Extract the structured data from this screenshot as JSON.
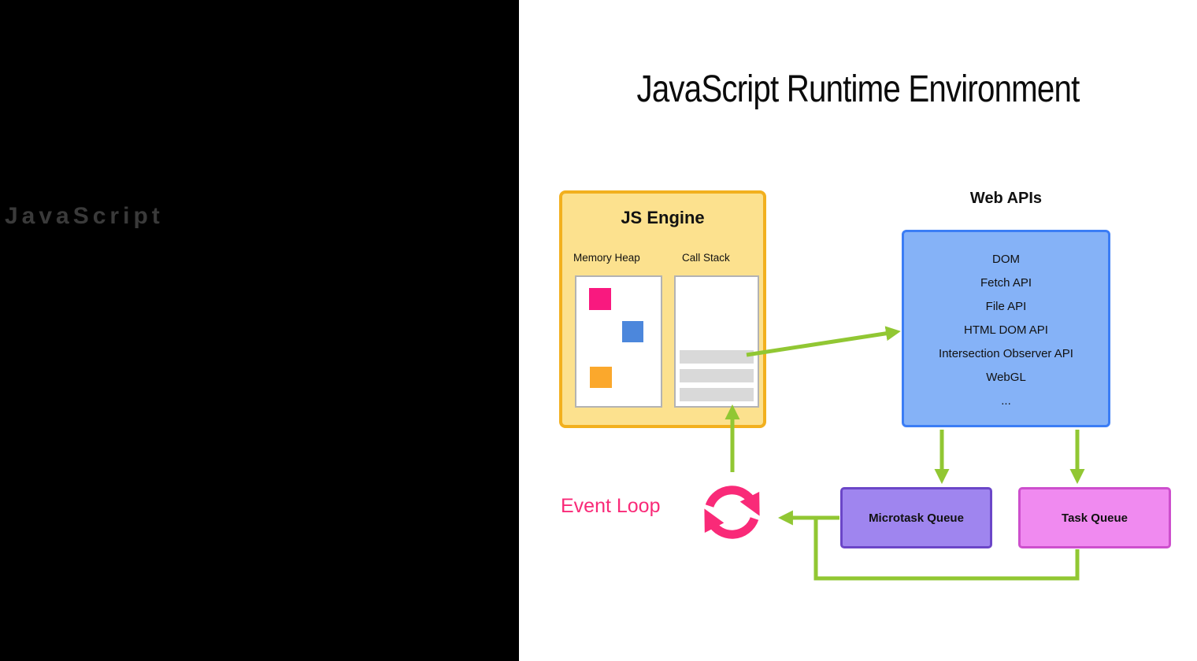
{
  "left_panel": {
    "watermark": "JavaScript"
  },
  "diagram": {
    "title": "JavaScript Runtime Environment",
    "js_engine": {
      "title": "JS Engine",
      "memory_heap_label": "Memory Heap",
      "call_stack_label": "Call Stack"
    },
    "web_apis": {
      "label": "Web APIs",
      "items": [
        "DOM",
        "Fetch API",
        "File API",
        "HTML DOM API",
        "Intersection Observer API",
        "WebGL",
        "..."
      ]
    },
    "event_loop": {
      "label": "Event Loop"
    },
    "queues": {
      "microtask_label": "Microtask Queue",
      "task_label": "Task Queue"
    }
  },
  "colors": {
    "green": "#91c733",
    "pink": "#f92a78",
    "yellow_fill": "#fce18e",
    "yellow_border": "#f2b01e",
    "blue_fill": "#85b2f7",
    "blue_border": "#3b7df5",
    "purple_fill": "#9f85ef",
    "purple_border": "#6b46c8",
    "magenta_fill": "#f08af0",
    "magenta_border": "#cd4fcd",
    "heap_pink": "#f9197f",
    "heap_blue": "#4c87dc",
    "heap_orange": "#fba82c",
    "stack_bar_gray": "#d9d9d9",
    "inner_border_gray": "#b3b3b3",
    "watermark_gray": "#3a3a3a"
  }
}
